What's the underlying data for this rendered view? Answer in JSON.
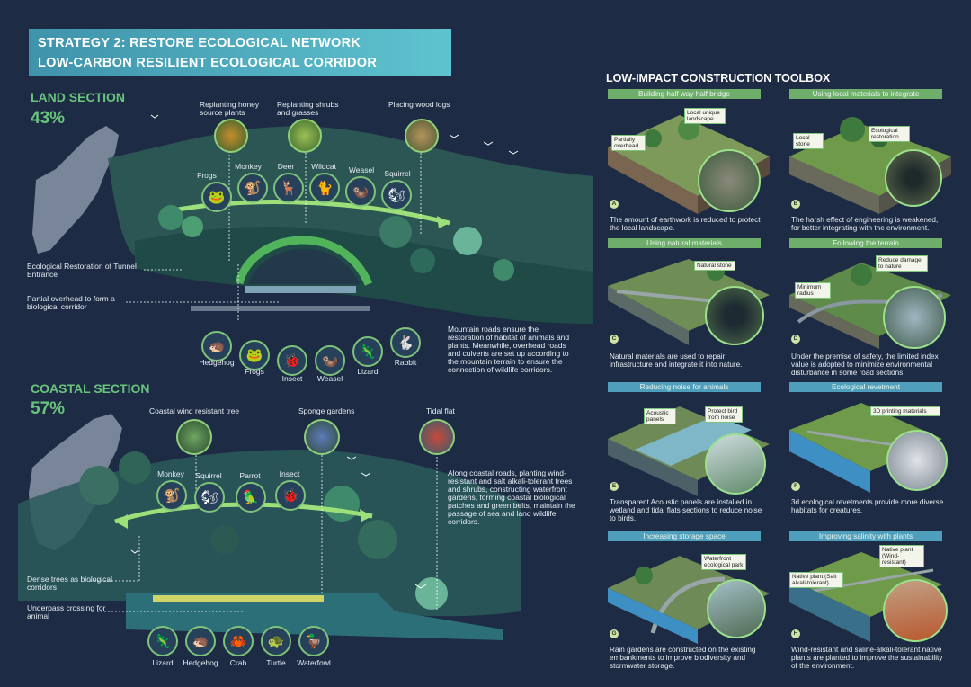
{
  "header": {
    "line1": "STRATEGY 2: RESTORE ECOLOGICAL NETWORK",
    "line2": "LOW-CARBON RESILIENT ECOLOGICAL CORRIDOR"
  },
  "land": {
    "title": "LAND SECTION",
    "percent": "43%",
    "top_labels": [
      "Replanting honey source plants",
      "Replanting shrubs and grasses",
      "Placing wood logs"
    ],
    "upper_animals": [
      "Frogs",
      "Monkey",
      "Deer",
      "Wildcat",
      "Weasel",
      "Squirrel"
    ],
    "lower_animals": [
      "Hedgehog",
      "Frogs",
      "Insect",
      "Weasel",
      "Lizard",
      "Rabbit"
    ],
    "left_labels": [
      "Ecological Restoration of Tunnel Entrance",
      "Partial overhead to form a biological corridor"
    ],
    "description": "Mountain roads ensure the restoration of habitat of animals and plants. Meanwhile, overhead roads and culverts are set up according to the mountain terrain to ensure the connection of wildlife corridors."
  },
  "coastal": {
    "title": "COASTAL SECTION",
    "percent": "57%",
    "top_labels": [
      "Coastal wind resistant tree",
      "Sponge gardens",
      "Tidal flat"
    ],
    "upper_animals": [
      "Monkey",
      "Squirrel",
      "Parrot",
      "Insect"
    ],
    "lower_animals": [
      "Lizard",
      "Hedgehog",
      "Crab",
      "Turtle",
      "Waterfowl"
    ],
    "left_labels": [
      "Dense trees as biological corridors",
      "Underpass crossing for animal"
    ],
    "description": "Along coastal roads, planting wind-resistant and salt alkali-tolerant trees and shrubs, constructing waterfront gardens, forming coastal biological patches and green belts, maintain the passage of sea and land wildlife corridors."
  },
  "toolbox": {
    "title": "LOW-IMPACT CONSTRUCTION TOOLBOX",
    "items": [
      {
        "bar": "Building half way half bridge",
        "tags": [
          "Local unique landscape",
          "Partially overhead"
        ],
        "letter": "A",
        "caption": "The amount of earthwork is reduced to protect the local landscape."
      },
      {
        "bar": "Using local materials to integrate",
        "tags": [
          "Local stone",
          "Ecological restoration"
        ],
        "letter": "B",
        "caption": "The harsh effect of engineering is weakened, for better integrating with the environment."
      },
      {
        "bar": "Using natural materials",
        "tags": [
          "Natural stone"
        ],
        "letter": "C",
        "caption": "Natural materials are used to repair infrastructure and integrate it into nature."
      },
      {
        "bar": "Following the terrain",
        "tags": [
          "Reduce damage to nature",
          "Minimum radius"
        ],
        "letter": "D",
        "caption": "Under the premise of safety, the limited index value is adopted to minimize environmental disturbance in some road sections."
      },
      {
        "bar": "Reducing noise for animals",
        "tags": [
          "Acoustic panels",
          "Protect bird from noise"
        ],
        "letter": "E",
        "caption": "Transparent Acoustic panels are installed in wetland and tidal flats sections to reduce noise to birds."
      },
      {
        "bar": "Ecological revetment",
        "tags": [
          "3D printing materials"
        ],
        "letter": "F",
        "caption": "3d ecological revetments provide more diverse habitats for creatures."
      },
      {
        "bar": "Increasing storage space",
        "tags": [
          "Waterfront ecological park"
        ],
        "letter": "G",
        "caption": "Rain gardens are constructed on the existing embankments to improve biodiversity and stormwater storage."
      },
      {
        "bar": "Improving salinity with plants",
        "tags": [
          "Native plant (Wind-resistant)",
          "Native plant (Salt alkali-tolerant)"
        ],
        "letter": "H",
        "caption": "Wind-resistant and saline-alkali-tolerant native plants are planted to improve the sustainability of the environment."
      }
    ]
  },
  "colors": {
    "background": "#1e2b44",
    "accent_green": "#69c47e",
    "banner": "#4aa7bb",
    "bar_green": "#6fae6a",
    "bar_blue": "#4f9fbc"
  },
  "icons": {
    "frog": "🐸",
    "monkey": "🐒",
    "deer": "🦌",
    "cat": "🐈",
    "weasel": "🦦",
    "squirrel": "🐿",
    "hedgehog": "🦔",
    "insect": "🐞",
    "lizard": "🦎",
    "rabbit": "🐇",
    "parrot": "🦜",
    "crab": "🦀",
    "turtle": "🐢",
    "duck": "🦆"
  }
}
